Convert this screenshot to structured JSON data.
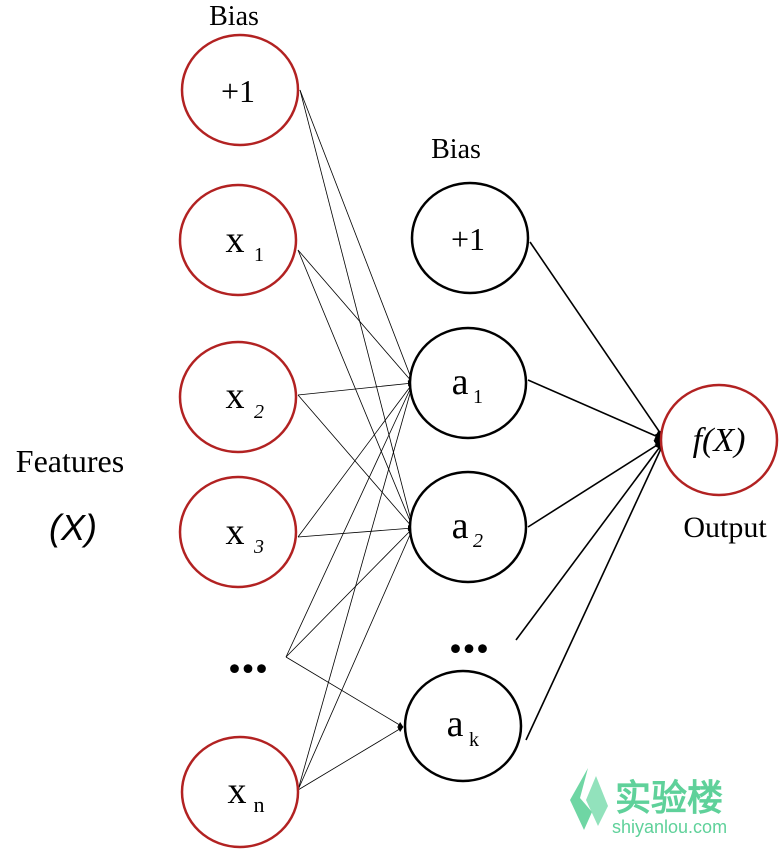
{
  "labels": {
    "input_bias": "Bias",
    "hidden_bias": "Bias",
    "features": "Features",
    "features_symbol": "(X)",
    "output": "Output"
  },
  "input_nodes": [
    {
      "id": "bias",
      "main": "+1",
      "sub": ""
    },
    {
      "id": "x1",
      "main": "x",
      "sub": "1"
    },
    {
      "id": "x2",
      "main": "x",
      "sub": "2"
    },
    {
      "id": "x3",
      "main": "x",
      "sub": "3"
    },
    {
      "id": "xn",
      "main": "x",
      "sub": "n"
    }
  ],
  "hidden_nodes": [
    {
      "id": "bias",
      "main": "+1",
      "sub": ""
    },
    {
      "id": "a1",
      "main": "a",
      "sub": "1"
    },
    {
      "id": "a2",
      "main": "a",
      "sub": "2"
    },
    {
      "id": "ak",
      "main": "a",
      "sub": "k"
    }
  ],
  "output_node": {
    "label": "f(X)"
  },
  "ellipsis": "...",
  "watermark": {
    "brand": "实验楼",
    "url": "shiyanlou.com",
    "color": "#5fd19a"
  },
  "colors": {
    "input_stroke": "#b22222",
    "hidden_stroke": "#000000",
    "output_stroke": "#b22222",
    "edge": "#000000"
  }
}
